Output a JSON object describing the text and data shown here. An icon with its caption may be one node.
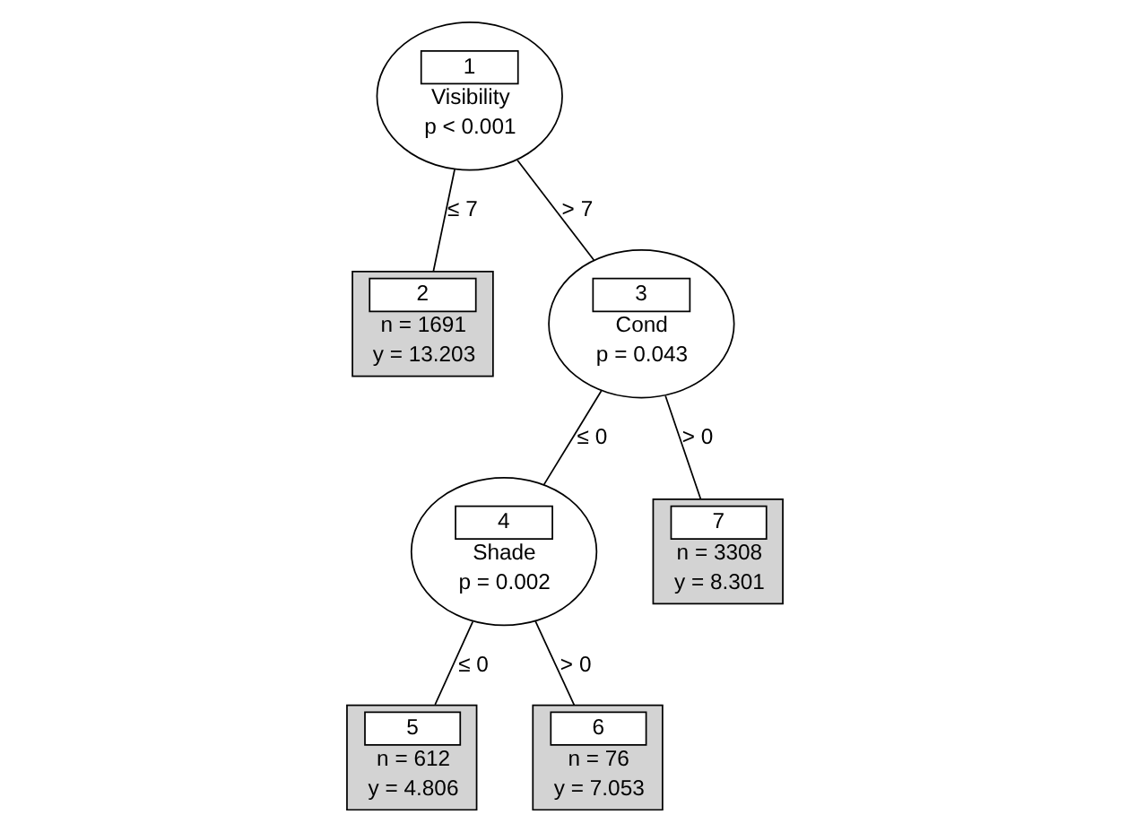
{
  "diagram": {
    "nodes": [
      {
        "text": [
          "1",
          "Visibility",
          "p < 0.001"
        ]
      },
      {
        "text": [
          "2",
          "n = 1691",
          "y = 13.203"
        ]
      },
      {
        "text": [
          "3",
          "Cond",
          "p = 0.043"
        ]
      },
      {
        "text": [
          "4",
          "Shade",
          "p = 0.002"
        ]
      },
      {
        "text": [
          "5",
          "n = 612",
          "y = 4.806"
        ]
      },
      {
        "text": [
          "6",
          "n = 76",
          "y = 7.053"
        ]
      },
      {
        "text": [
          "7",
          "n = 3308",
          "y = 8.301"
        ]
      }
    ],
    "edges": [
      {
        "from": 0,
        "to": 1,
        "arrow": "none",
        "label": "≤ 7"
      },
      {
        "from": 0,
        "to": 2,
        "arrow": "none",
        "label": "> 7"
      },
      {
        "from": 2,
        "to": 3,
        "arrow": "none",
        "label": "≤ 0"
      },
      {
        "from": 2,
        "to": 6,
        "arrow": "none",
        "label": "> 0"
      },
      {
        "from": 3,
        "to": 4,
        "arrow": "none",
        "label": "≤ 0"
      },
      {
        "from": 3,
        "to": 5,
        "arrow": "none",
        "label": "> 0"
      }
    ]
  }
}
